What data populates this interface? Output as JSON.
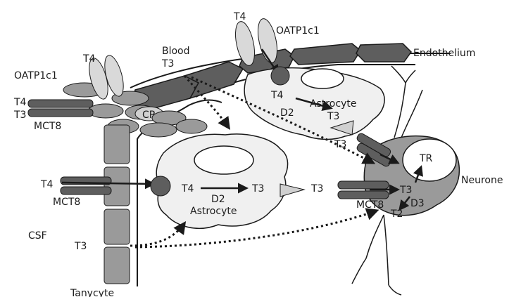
{
  "labels": {
    "blood": "Blood",
    "endothelium": "Endothelium",
    "csf": "CSF",
    "tanycyte": "Tanycyte",
    "neurone": "Neurone",
    "astrocyte": "Astrocyte",
    "cp": "CP",
    "oatp": "OATP1c1",
    "mct8": "MCT8",
    "t4": "T4",
    "t3": "T3",
    "t2": "T2",
    "d2": "D2",
    "d3": "D3",
    "tr": "TR",
    "mct8_neuron": "MCT8"
  },
  "colors": {
    "line": "#1a1a1a",
    "dark_cell": "#5e5e5e",
    "mid_cell": "#9a9a9a",
    "light_cell": "#d9d9d9",
    "astro_fill": "#f0f0f0",
    "arrow": "#1a1a1a"
  }
}
